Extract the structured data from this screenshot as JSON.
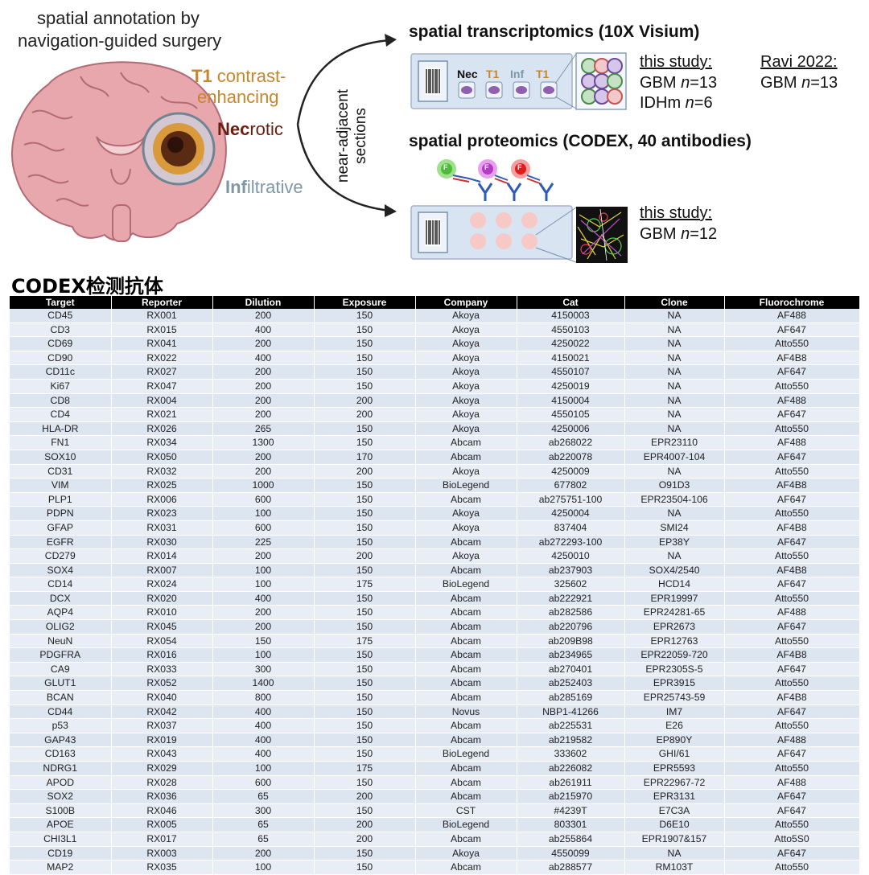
{
  "figure": {
    "left_caption_line1": "spatial annotation by",
    "left_caption_line2": "navigation-guided surgery",
    "t1_bold": "T1",
    "t1_rest": " contrast-",
    "t1_line2": "enhancing",
    "nec_bold": "Nec",
    "nec_rest": "rotic",
    "inf_bold": "Inf",
    "inf_rest": "iltrative",
    "sections_line1": "near-adjacent",
    "sections_line2": "sections",
    "transcriptomics_title": "spatial transcriptomics (10X Visium)",
    "slide_labels": [
      "Nec",
      "T1",
      "Inf",
      "T1"
    ],
    "this_study_1": "this study:",
    "gbm_1_prefix": "GBM ",
    "gbm_1_n": "n",
    "gbm_1_val": "=13",
    "idhm_prefix": "IDHm ",
    "idhm_n": "n",
    "idhm_val": "=6",
    "ravi_title": "Ravi 2022:",
    "ravi_gbm_prefix": "GBM ",
    "ravi_gbm_n": "n",
    "ravi_gbm_val": "=13",
    "proteomics_title": "spatial proteomics (CODEX, 40 antibodies)",
    "antibody_f_label": "F",
    "this_study_2": "this study:",
    "gbm_2_prefix": "GBM ",
    "gbm_2_n": "n",
    "gbm_2_val": "=12",
    "colors": {
      "t1": "#c8862a",
      "nec": "#6b1d12",
      "inf": "#7f96a6",
      "slide_bg": "#d9e4f3",
      "brain": "#e7a7ad"
    }
  },
  "table_title": "CODEX检测抗体",
  "table": {
    "headers": [
      "Target",
      "Reporter",
      "Dilution",
      "Exposure",
      "Company",
      "Cat",
      "Clone",
      "Fluorochrome"
    ],
    "rows": [
      [
        "CD45",
        "RX001",
        "200",
        "150",
        "Akoya",
        "4150003",
        "NA",
        "AF488"
      ],
      [
        "CD3",
        "RX015",
        "400",
        "150",
        "Akoya",
        "4550103",
        "NA",
        "AF647"
      ],
      [
        "CD69",
        "RX041",
        "200",
        "150",
        "Akoya",
        "4250022",
        "NA",
        "Atto550"
      ],
      [
        "CD90",
        "RX022",
        "400",
        "150",
        "Akoya",
        "4150021",
        "NA",
        "AF4B8"
      ],
      [
        "CD11c",
        "RX027",
        "200",
        "150",
        "Akoya",
        "4550107",
        "NA",
        "AF647"
      ],
      [
        "Ki67",
        "RX047",
        "200",
        "150",
        "Akoya",
        "4250019",
        "NA",
        "Atto550"
      ],
      [
        "CD8",
        "RX004",
        "200",
        "200",
        "Akoya",
        "4150004",
        "NA",
        "AF488"
      ],
      [
        "CD4",
        "RX021",
        "200",
        "200",
        "Akoya",
        "4550105",
        "NA",
        "AF647"
      ],
      [
        "HLA-DR",
        "RX026",
        "265",
        "150",
        "Akoya",
        "4250006",
        "NA",
        "Atto550"
      ],
      [
        "FN1",
        "RX034",
        "1300",
        "150",
        "Abcam",
        "ab268022",
        "EPR23110",
        "AF488"
      ],
      [
        "SOX10",
        "RX050",
        "200",
        "170",
        "Abcam",
        "ab220078",
        "EPR4007-104",
        "AF647"
      ],
      [
        "CD31",
        "RX032",
        "200",
        "200",
        "Akoya",
        "4250009",
        "NA",
        "Atto550"
      ],
      [
        "VIM",
        "RX025",
        "1000",
        "150",
        "BioLegend",
        "677802",
        "O91D3",
        "AF4B8"
      ],
      [
        "PLP1",
        "RX006",
        "600",
        "150",
        "Abcam",
        "ab275751-100",
        "EPR23504-106",
        "AF647"
      ],
      [
        "PDPN",
        "RX023",
        "100",
        "150",
        "Akoya",
        "4250004",
        "NA",
        "Atto550"
      ],
      [
        "GFAP",
        "RX031",
        "600",
        "150",
        "Akoya",
        "837404",
        "SMI24",
        "AF4B8"
      ],
      [
        "EGFR",
        "RX030",
        "225",
        "150",
        "Abcam",
        "ab272293-100",
        "EP38Y",
        "AF647"
      ],
      [
        "CD279",
        "RX014",
        "200",
        "200",
        "Akoya",
        "4250010",
        "NA",
        "Atto550"
      ],
      [
        "SOX4",
        "RX007",
        "100",
        "150",
        "Abcam",
        "ab237903",
        "SOX4/2540",
        "AF4B8"
      ],
      [
        "CD14",
        "RX024",
        "100",
        "175",
        "BioLegend",
        "325602",
        "HCD14",
        "AF647"
      ],
      [
        "DCX",
        "RX020",
        "400",
        "150",
        "Abcam",
        "ab222921",
        "EPR19997",
        "Atto550"
      ],
      [
        "AQP4",
        "RX010",
        "200",
        "150",
        "Abcam",
        "ab282586",
        "EPR24281-65",
        "AF488"
      ],
      [
        "OLIG2",
        "RX045",
        "200",
        "150",
        "Abcam",
        "ab220796",
        "EPR2673",
        "AF647"
      ],
      [
        "NeuN",
        "RX054",
        "150",
        "175",
        "Abcam",
        "ab209B98",
        "EPR12763",
        "Atto550"
      ],
      [
        "PDGFRA",
        "RX016",
        "100",
        "150",
        "Abcam",
        "ab234965",
        "EPR22059-720",
        "AF4B8"
      ],
      [
        "CA9",
        "RX033",
        "300",
        "150",
        "Abcam",
        "ab270401",
        "EPR2305S-5",
        "AF647"
      ],
      [
        "GLUT1",
        "RX052",
        "1400",
        "150",
        "Abcam",
        "ab252403",
        "EPR3915",
        "Atto550"
      ],
      [
        "BCAN",
        "RX040",
        "800",
        "150",
        "Abcam",
        "ab285169",
        "EPR25743-59",
        "AF4B8"
      ],
      [
        "CD44",
        "RX042",
        "400",
        "150",
        "Novus",
        "NBP1-41266",
        "IM7",
        "AF647"
      ],
      [
        "p53",
        "RX037",
        "400",
        "150",
        "Abcam",
        "ab225531",
        "E26",
        "Atto550"
      ],
      [
        "GAP43",
        "RX019",
        "400",
        "150",
        "Abcam",
        "ab219582",
        "EP890Y",
        "AF488"
      ],
      [
        "CD163",
        "RX043",
        "400",
        "150",
        "BioLegend",
        "333602",
        "GHI/61",
        "AF647"
      ],
      [
        "NDRG1",
        "RX029",
        "100",
        "175",
        "Abcam",
        "ab226082",
        "EPR5593",
        "Atto550"
      ],
      [
        "APOD",
        "RX028",
        "600",
        "150",
        "Abcam",
        "ab261911",
        "EPR22967-72",
        "AF488"
      ],
      [
        "SOX2",
        "RX036",
        "65",
        "200",
        "Abcam",
        "ab215970",
        "EPR3131",
        "AF647"
      ],
      [
        "S100B",
        "RX046",
        "300",
        "150",
        "CST",
        "#4239T",
        "E7C3A",
        "AF647"
      ],
      [
        "APOE",
        "RX005",
        "65",
        "200",
        "BioLegend",
        "803301",
        "D6E10",
        "Atto550"
      ],
      [
        "CHI3L1",
        "RX017",
        "65",
        "200",
        "Abcam",
        "ab255864",
        "EPR1907&157",
        "Atto5S0"
      ],
      [
        "CD19",
        "RX003",
        "200",
        "150",
        "Akoya",
        "4550099",
        "NA",
        "AF647"
      ],
      [
        "MAP2",
        "RX035",
        "100",
        "150",
        "Abcam",
        "ab288577",
        "RM103T",
        "Atto550"
      ]
    ]
  }
}
